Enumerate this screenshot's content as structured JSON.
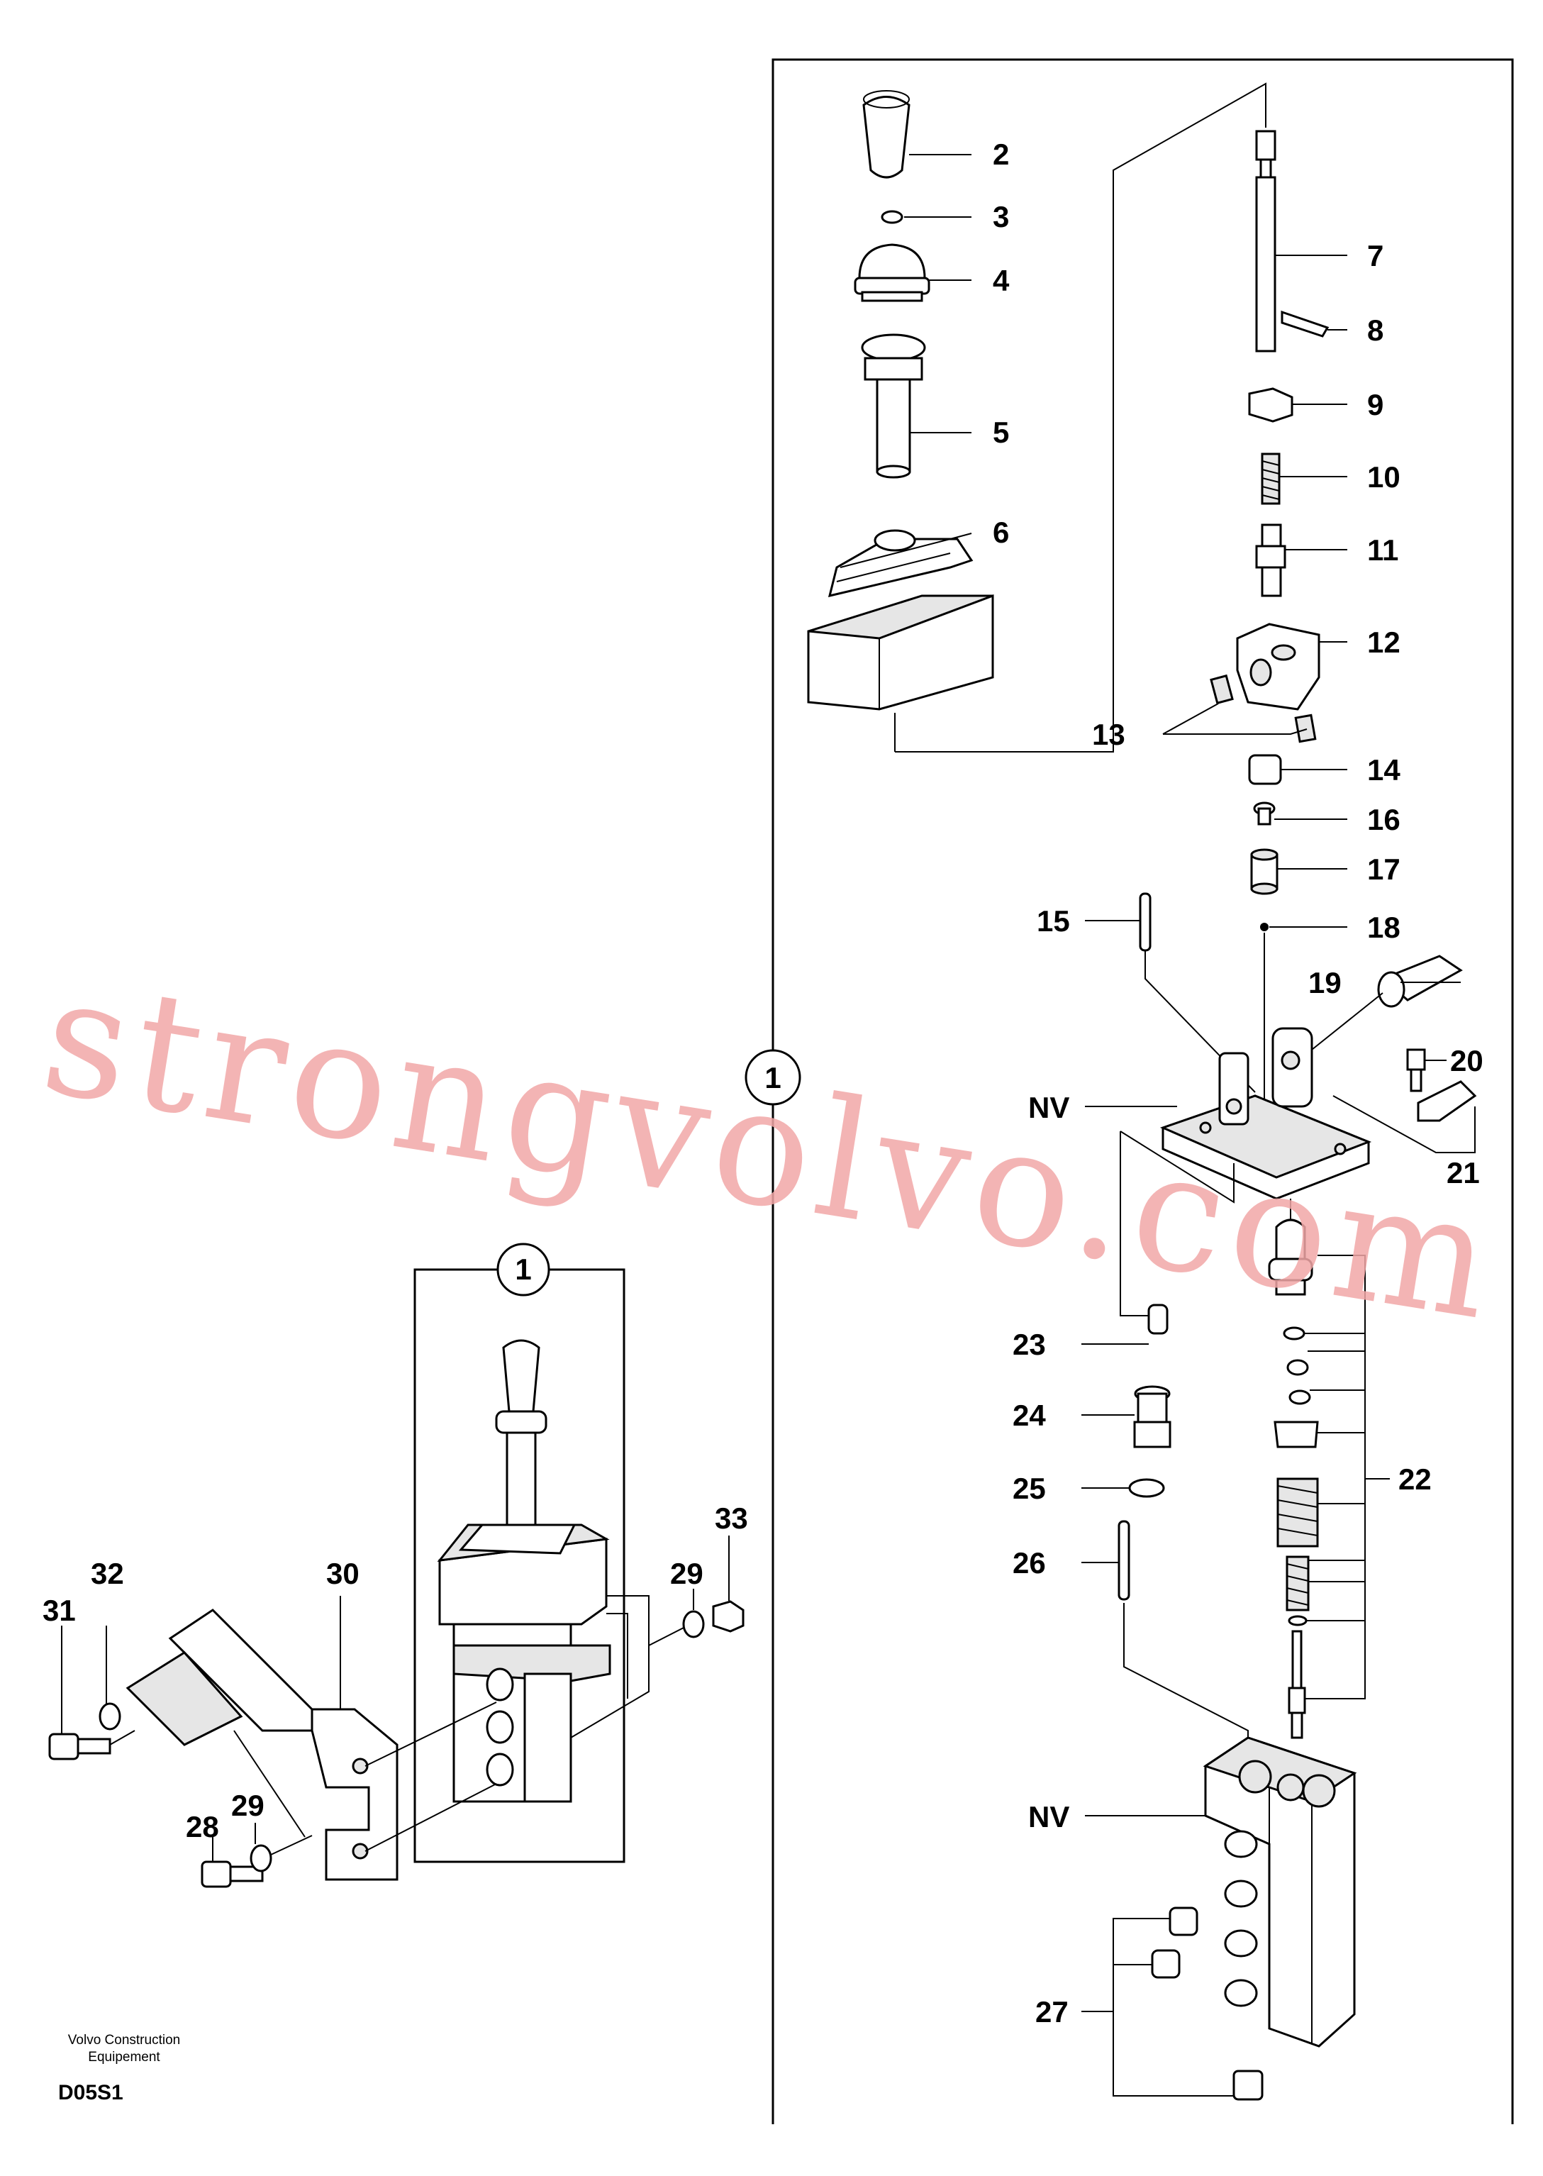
{
  "labels": {
    "l2": "2",
    "l3": "3",
    "l4": "4",
    "l5": "5",
    "l6": "6",
    "l7": "7",
    "l8": "8",
    "l9": "9",
    "l10": "10",
    "l11": "11",
    "l12": "12",
    "l13": "13",
    "l14": "14",
    "l15": "15",
    "l16": "16",
    "l17": "17",
    "l18": "18",
    "l19": "19",
    "l20": "20",
    "l21": "21",
    "l22": "22",
    "l23": "23",
    "l24": "24",
    "l25": "25",
    "l26": "26",
    "l27": "27",
    "l28": "28",
    "l29a": "29",
    "l29b": "29",
    "l30": "30",
    "l31": "31",
    "l32": "32",
    "l33": "33",
    "nv1": "NV",
    "nv2": "NV"
  },
  "callouts": {
    "main": "1",
    "inset": "1"
  },
  "footer": {
    "line1": "Volvo Construction",
    "line2": "Equipement",
    "code": "D05S1"
  },
  "watermark": "strongvolvo.com"
}
